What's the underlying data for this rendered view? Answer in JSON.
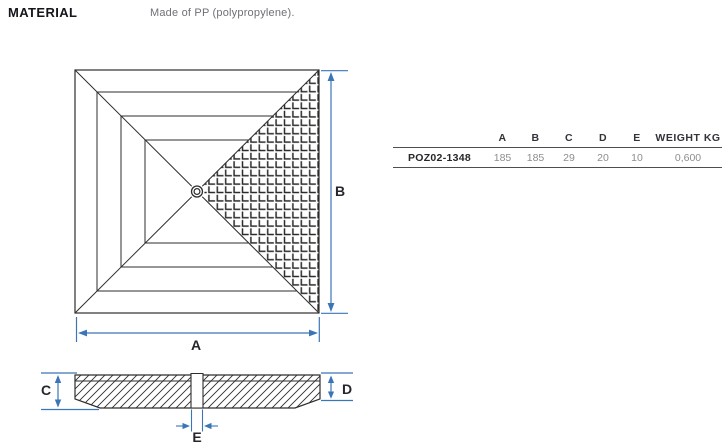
{
  "header": {
    "title": "MATERIAL",
    "description": "Made of PP (polypropylene)."
  },
  "drawing": {
    "dim_labels": {
      "a": "A",
      "b": "B",
      "c": "C",
      "d": "D",
      "e": "E"
    },
    "views": {
      "top_view": "square stepped pyramid cap, top view, anti-slip waffle texture on right quadrant, center hole",
      "section_view": "cross section with chamfered ends and central slot"
    }
  },
  "table": {
    "columns": [
      "A",
      "B",
      "C",
      "D",
      "E",
      "WEIGHT KG"
    ],
    "rows": [
      {
        "part": "POZ02-1348",
        "values": [
          "185",
          "185",
          "29",
          "20",
          "10",
          "0,600"
        ]
      }
    ]
  },
  "colors": {
    "dimension_blue": "#3a75b8",
    "line_dark": "#2e2e2e",
    "text_gray": "#8d8d92"
  }
}
